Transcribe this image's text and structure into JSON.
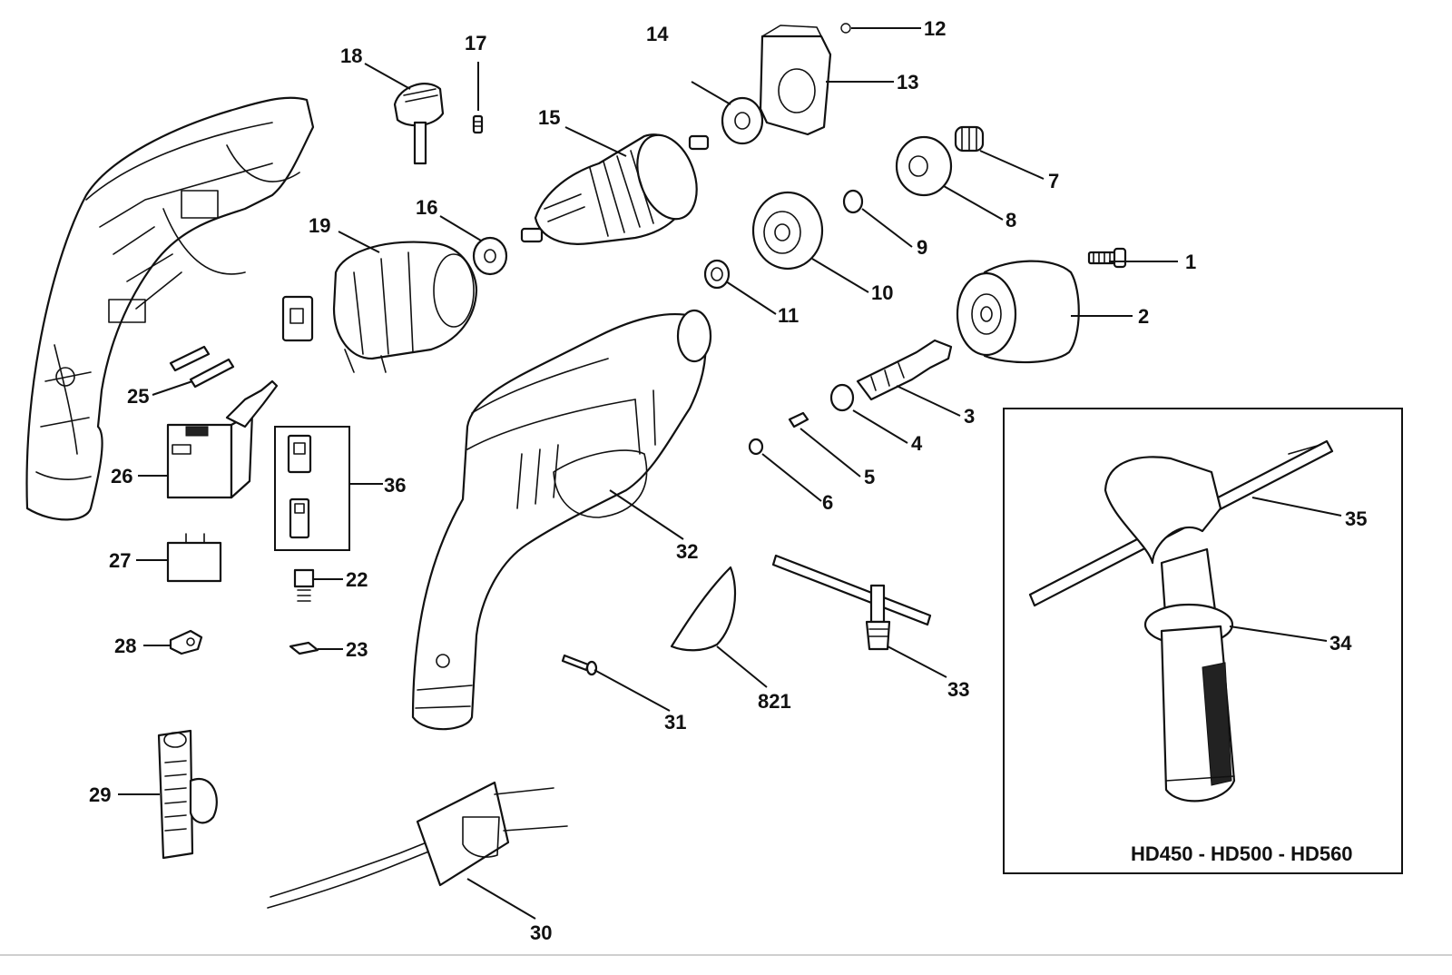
{
  "part_numbers": [
    "1",
    "2",
    "3",
    "4",
    "5",
    "6",
    "7",
    "8",
    "9",
    "10",
    "11",
    "12",
    "13",
    "14",
    "15",
    "16",
    "17",
    "18",
    "19",
    "22",
    "23",
    "25",
    "26",
    "27",
    "28",
    "29",
    "30",
    "31",
    "32",
    "33",
    "34",
    "35",
    "36",
    "821"
  ],
  "inset": {
    "model_label": "HD450 - HD500 - HD560",
    "part_numbers": [
      "34",
      "35"
    ]
  }
}
